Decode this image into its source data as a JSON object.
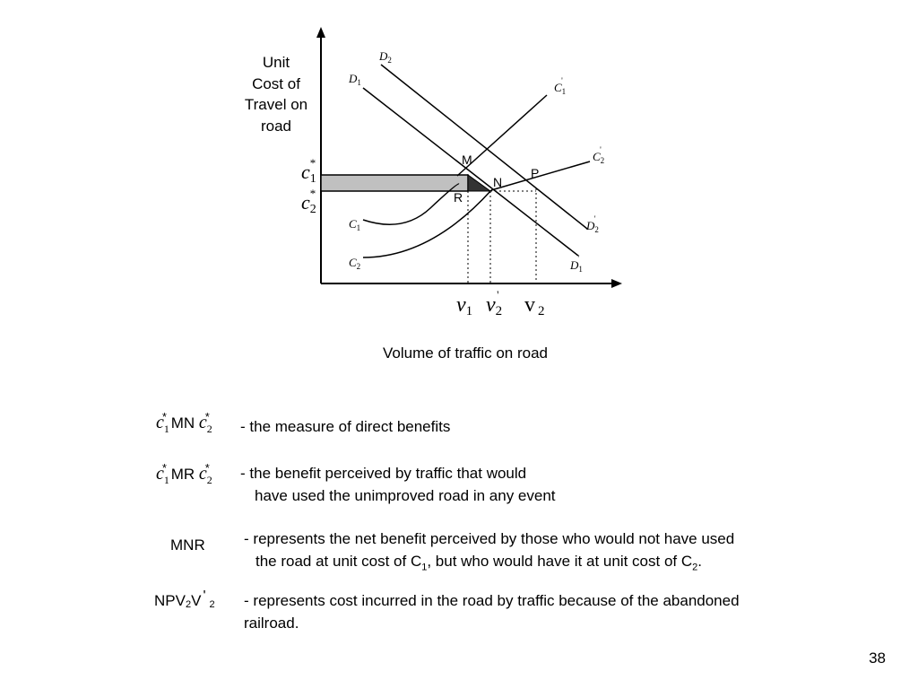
{
  "diagram": {
    "y_axis_label": [
      "Unit",
      "Cost of",
      "Travel on",
      "road"
    ],
    "x_axis_label": "Volume of traffic on road",
    "curve_labels": {
      "D2": "D",
      "D2_sub": "2",
      "D1": "D",
      "D1_sub": "1",
      "C1p": "C",
      "C1p_sub": "1",
      "C1p_prime": "'",
      "C2p": "C",
      "C2p_sub": "2",
      "C2p_prime": "'",
      "C1": "C",
      "C1_sub": "1",
      "C2": "C",
      "C2_sub": "2",
      "D2p": "D",
      "D2p_sub": "2",
      "D2p_prime": "'",
      "D1p": "D",
      "D1p_sub": "1",
      "D1p_prime": "'"
    },
    "points": {
      "M": "M",
      "N": "N",
      "P": "P",
      "R": "R"
    },
    "y_ticks": {
      "c1": "c",
      "c1_sub": "1",
      "c1_star": "*",
      "c2": "c",
      "c2_sub": "2",
      "c2_star": "*"
    },
    "x_ticks": {
      "v1": "v",
      "v1_sub": "1",
      "v2p": "v",
      "v2p_sub": "2",
      "v2p_prime": "'",
      "v2": "v",
      "v2_sub": "2"
    }
  },
  "legend": [
    {
      "symbol_mid": "MN",
      "text": [
        "the measure of direct benefits"
      ]
    },
    {
      "symbol_mid": "MR",
      "text": [
        "the benefit perceived by traffic that would",
        "have used the unimproved road in any event"
      ]
    },
    {
      "symbol": "MNR",
      "text_a": "represents the net benefit perceived by those who would not have used",
      "text_b1": "the road at unit cost of C",
      "text_b_sub1": "1",
      "text_b2": ", but who would have it at unit cost of C",
      "text_b_sub2": "2",
      "text_b3": "."
    },
    {
      "symbol_a": "NPV",
      "symbol_sub1": "2",
      "symbol_b": "V",
      "symbol_prime": "'",
      "symbol_sub2": "2",
      "text": [
        "represents cost incurred in the road by traffic because of the abandoned",
        "railroad."
      ]
    }
  ],
  "dash": "-",
  "page_number": "38"
}
